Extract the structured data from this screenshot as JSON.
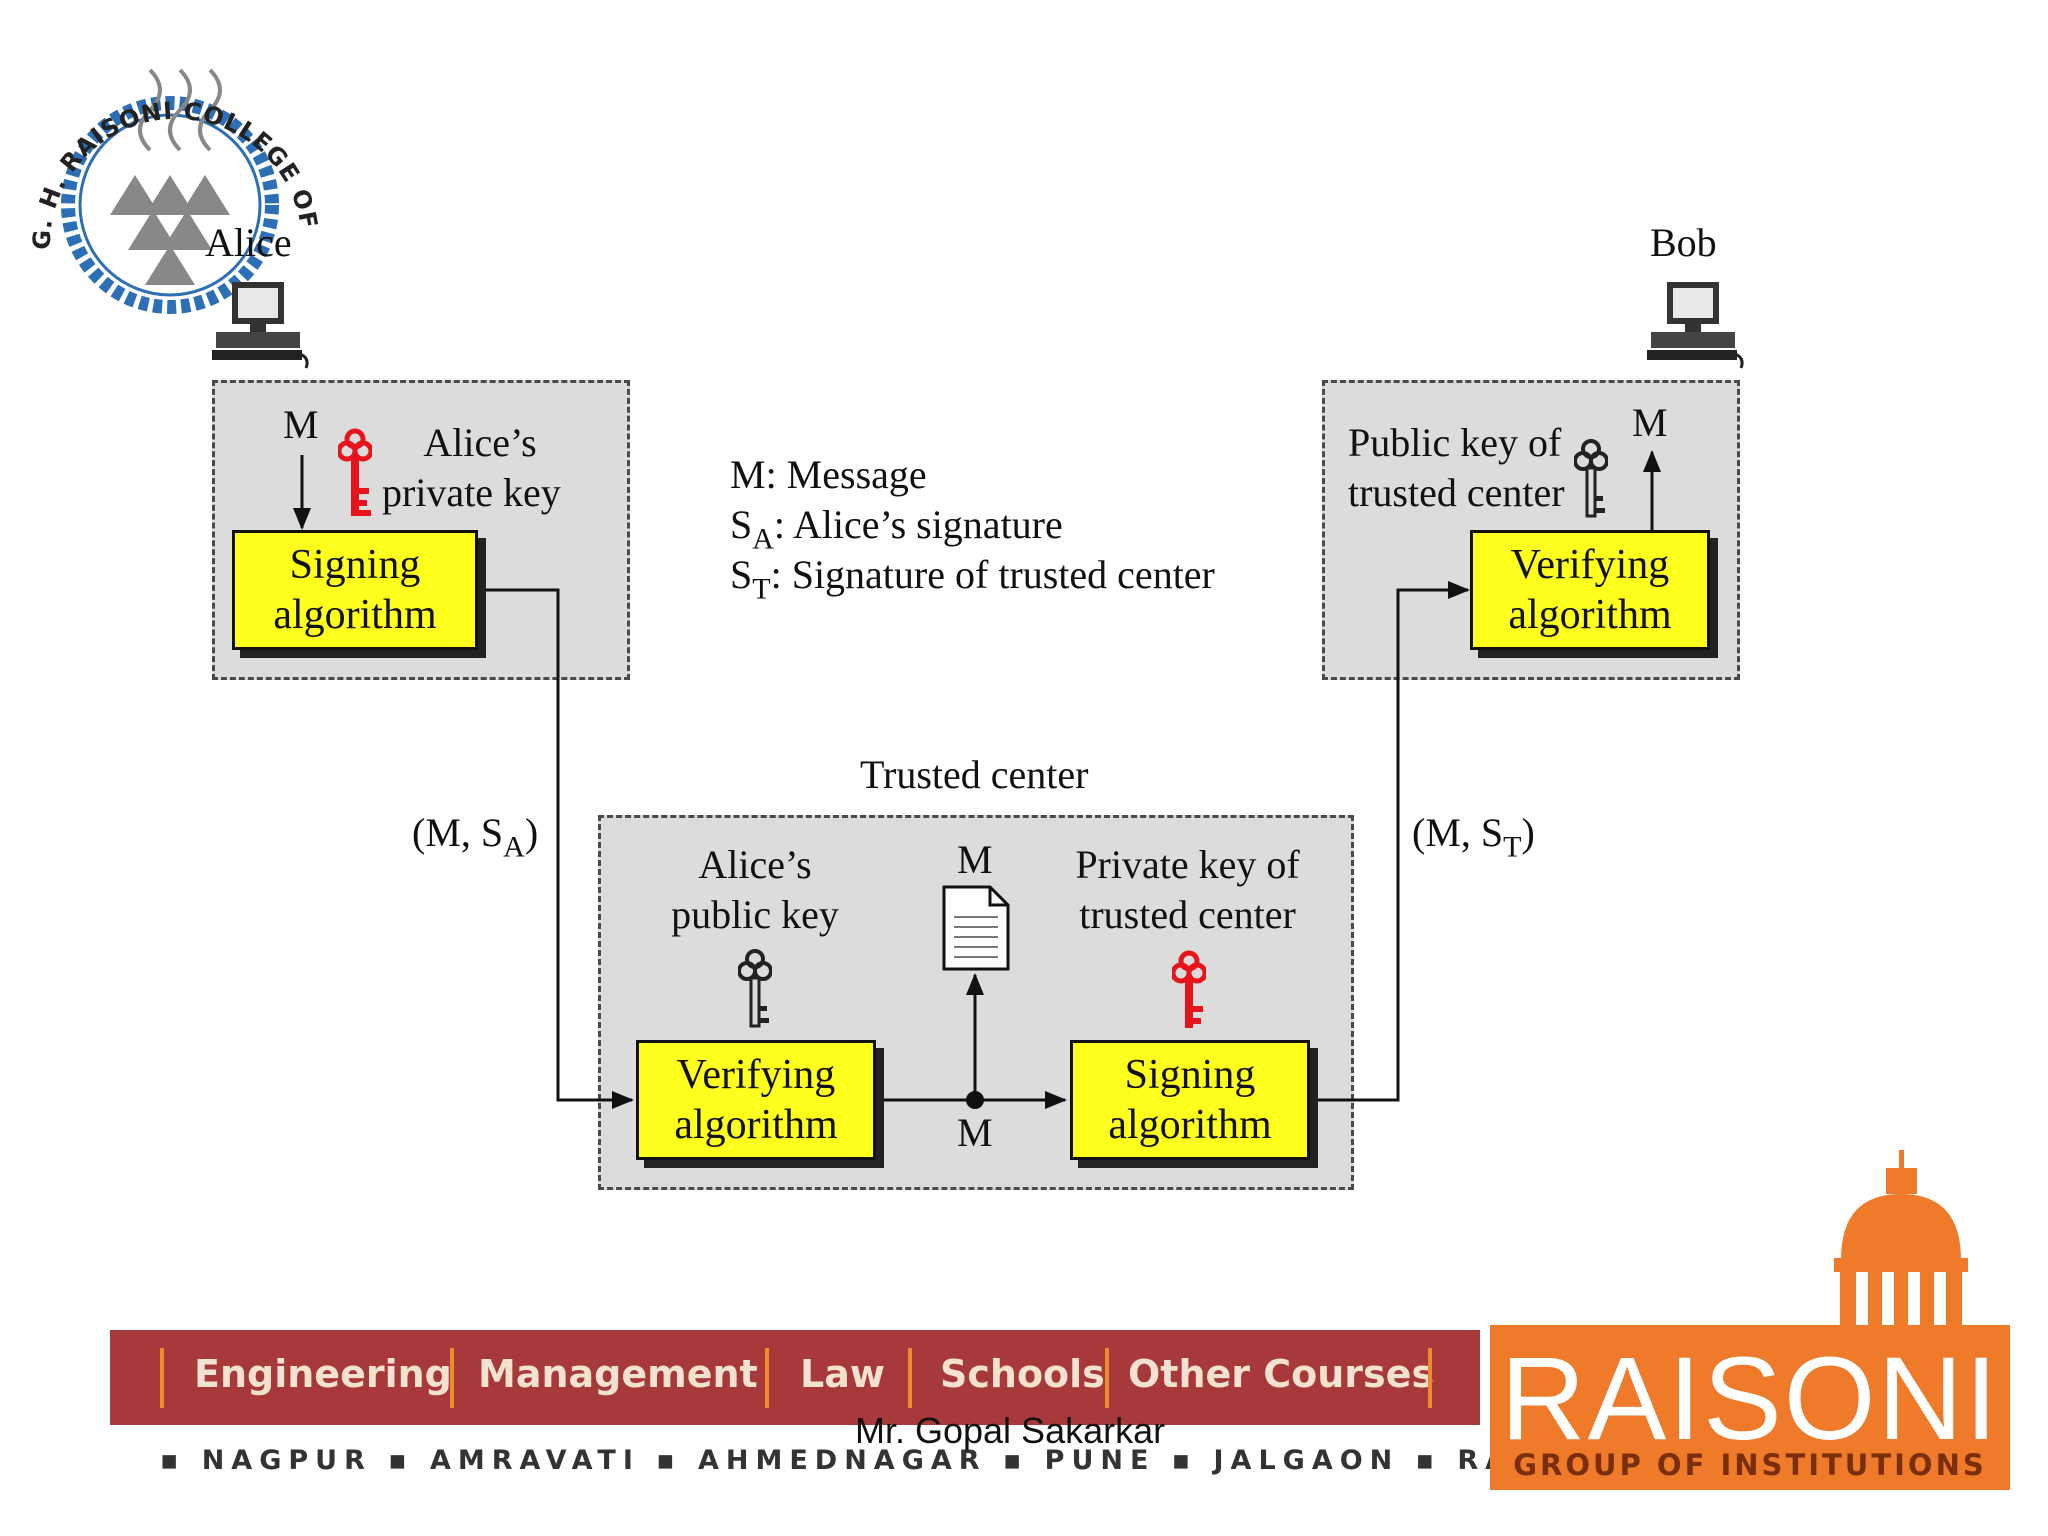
{
  "actors": {
    "alice": "Alice",
    "bob": "Bob"
  },
  "alice_box": {
    "message": "M",
    "key_line1": "Alice’s",
    "key_line2": "private key",
    "algo_line1": "Signing",
    "algo_line2": "algorithm"
  },
  "legend": {
    "m": "M: Message",
    "sa_main": "S",
    "sa_sub": "A",
    "sa_rest": ": Alice’s signature",
    "st_main": "S",
    "st_sub": "T",
    "st_rest": ": Signature of trusted center"
  },
  "bob_box": {
    "key_line1": "Public key of",
    "key_line2": "trusted center",
    "message": "M",
    "algo_line1": "Verifying",
    "algo_line2": "algorithm"
  },
  "trusted": {
    "title": "Trusted center",
    "pub_line1": "Alice’s",
    "pub_line2": "public key",
    "doc_label": "M",
    "priv_line1": "Private key of",
    "priv_line2": "trusted center",
    "verify_line1": "Verifying",
    "verify_line2": "algorithm",
    "sign_line1": "Signing",
    "sign_line2": "algorithm",
    "junction_label": "M"
  },
  "edges": {
    "left_open": "(M, S",
    "left_sub": "A",
    "left_close": ")",
    "right_open": "(M, S",
    "right_sub": "T",
    "right_close": ")"
  },
  "colors": {
    "public_key": "#222222",
    "private_key": "#e8141b",
    "algo_fill": "#ffff1e",
    "box_fill": "#dcdcdc",
    "banner": "#a8393a",
    "brand_orange": "#ee7a2a"
  },
  "logo": {
    "ring_text": "G. H. RAISONI COLLEGE OF ENGINEER"
  },
  "banner": {
    "items": [
      "Engineering",
      "Management",
      "Law",
      "Schools",
      "Other Courses"
    ]
  },
  "cities": "▪ NAGPUR ▪ AMRAVATI ▪ AHMEDNAGAR ▪ PUNE ▪ JALGAON ▪ RAIPUR ▪",
  "author": "Mr. Gopal Sakarkar",
  "brand": {
    "name": "RAISONI",
    "tagline": "GROUP OF INSTITUTIONS"
  }
}
